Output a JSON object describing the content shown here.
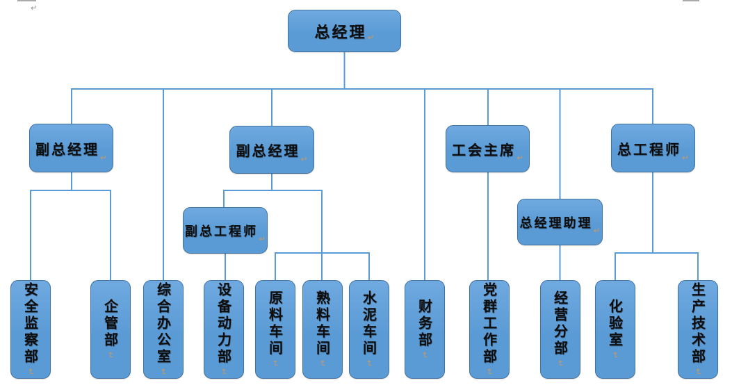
{
  "colors": {
    "node_fill": "#5b9bd5",
    "node_fill_top": "#6fa9e0",
    "node_border": "#41719c",
    "connector": "#5b9bd5",
    "label_text": "#0d0d0d",
    "paragraph_mark": "#c09a6a",
    "corner_mark": "#a9a9a9"
  },
  "marks": {
    "paragraph": "↵"
  },
  "nodes": {
    "gm": {
      "label": "总经理"
    },
    "deputy_gm_1": {
      "label": "副总经理"
    },
    "deputy_gm_2": {
      "label": "副总经理"
    },
    "union_chairman": {
      "label": "工会主席"
    },
    "chief_engineer": {
      "label": "总工程师"
    },
    "deputy_chief_engineer": {
      "label": "副总工程师"
    },
    "gm_assistant": {
      "label": "总经理助理"
    },
    "dept_safety": {
      "label": "安全监察部"
    },
    "dept_enterprise": {
      "label": "企管部"
    },
    "dept_general_office": {
      "label": "综合办公室"
    },
    "dept_equipment_power": {
      "label": "设备动力部"
    },
    "workshop_raw_material": {
      "label": "原料车间"
    },
    "workshop_clinker": {
      "label": "熟料车间"
    },
    "workshop_cement": {
      "label": "水泥车间"
    },
    "dept_finance": {
      "label": "财务部"
    },
    "dept_party_mass": {
      "label": "党群工作部"
    },
    "dept_operations": {
      "label": "经营分部"
    },
    "dept_laboratory": {
      "label": "化验室"
    },
    "dept_production_tech": {
      "label": "生产技术部"
    }
  }
}
